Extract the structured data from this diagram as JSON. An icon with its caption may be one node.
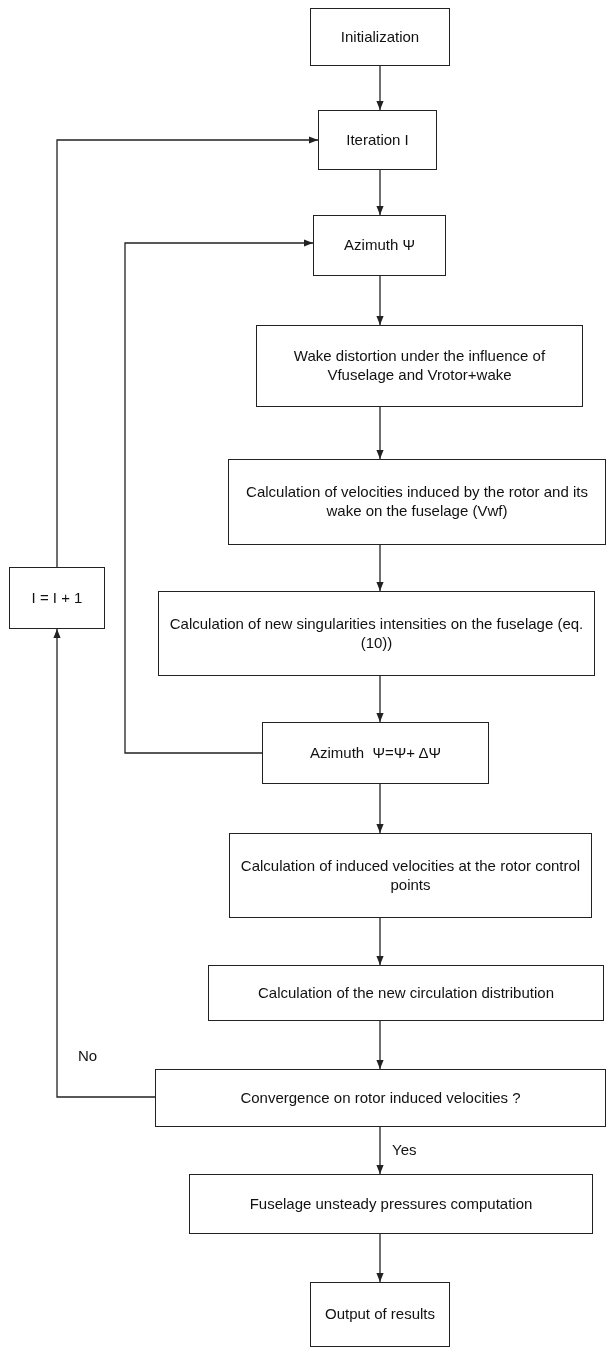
{
  "diagram": {
    "nodes": [
      {
        "text": [
          "Initialization"
        ]
      },
      {
        "text": [
          "Iteration I"
        ]
      },
      {
        "text": [
          "Azimuth Ψ"
        ]
      },
      {
        "text": [
          "Wake distortion under the influence of Vfuselage and Vrotor+wake"
        ]
      },
      {
        "text": [
          "Calculation of velocities induced by the rotor and its wake on the fuselage (Vwf)"
        ]
      },
      {
        "text": [
          "Calculation of new singularities intensities on the fuselage (eq.(10))"
        ]
      },
      {
        "text": [
          "Azimuth  Ψ=Ψ+ ΔΨ"
        ]
      },
      {
        "text": [
          "Calculation of induced velocities at the rotor control points"
        ]
      },
      {
        "text": [
          "Calculation of the new circulation distribution"
        ]
      },
      {
        "text": [
          "Convergence on rotor induced velocities ?"
        ]
      },
      {
        "text": [
          "Fuselage unsteady pressures computation"
        ]
      },
      {
        "text": [
          "Output of results"
        ]
      },
      {
        "text": [
          "I = I + 1"
        ]
      }
    ],
    "edges": [
      {
        "from": 0,
        "to": 1,
        "arrow": "to"
      },
      {
        "from": 1,
        "to": 2,
        "arrow": "to"
      },
      {
        "from": 2,
        "to": 3,
        "arrow": "to"
      },
      {
        "from": 3,
        "to": 4,
        "arrow": "to"
      },
      {
        "from": 4,
        "to": 5,
        "arrow": "to"
      },
      {
        "from": 5,
        "to": 6,
        "arrow": "to"
      },
      {
        "from": 6,
        "to": 2,
        "arrow": "to"
      },
      {
        "from": 6,
        "to": 7,
        "arrow": "to"
      },
      {
        "from": 7,
        "to": 8,
        "arrow": "to"
      },
      {
        "from": 8,
        "to": 9,
        "arrow": "to"
      },
      {
        "from": 9,
        "to": 12,
        "arrow": "to",
        "label": "No"
      },
      {
        "from": 12,
        "to": 1,
        "arrow": "to"
      },
      {
        "from": 9,
        "to": 10,
        "arrow": "to",
        "label": "Yes"
      },
      {
        "from": 10,
        "to": 11,
        "arrow": "to"
      }
    ]
  }
}
